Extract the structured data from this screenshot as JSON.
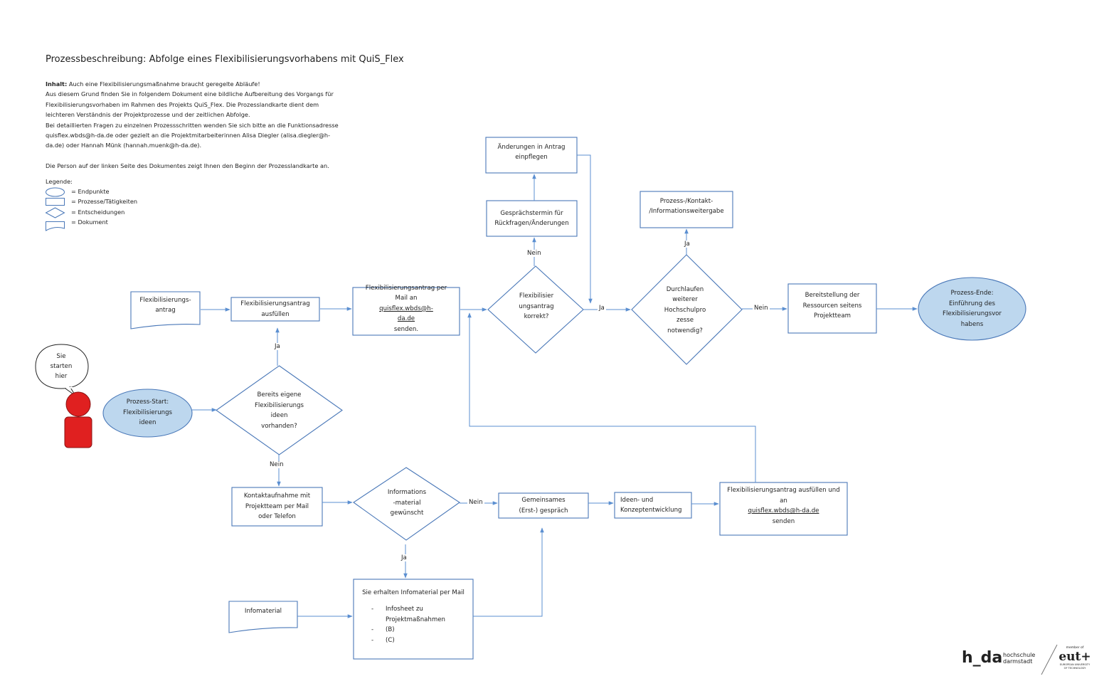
{
  "page": {
    "title": "Prozessbeschreibung: Abfolge eines Flexibilisierungsvorhabens mit QuiS_Flex",
    "intro_label": "Inhalt:",
    "intro_lines": [
      "Auch eine Flexibilisierungsmaßnahme braucht geregelte Abläufe!",
      "Aus diesem Grund finden Sie in folgendem Dokument eine bildliche Aufbereitung des Vorgangs für",
      "Flexibilisierungsvorhaben im Rahmen des Projekts QuiS_Flex. Die Prozesslandkarte dient dem",
      "leichteren Verständnis der Projektprozesse und der zeitlichen Abfolge.",
      "Bei detaillierten Fragen zu einzelnen Prozessschritten wenden Sie sich bitte an die Funktionsadresse",
      "quisflex.wbds@h-da.de oder gezielt an die Projektmitarbeiterinnen Alisa Diegler (alisa.diegler@h-",
      "da.de) oder Hannah Münk (hannah.muenk@h-da.de)."
    ],
    "intro_note": "Die Person auf der linken Seite des Dokumentes zeigt Ihnen den Beginn der Prozesslandkarte an."
  },
  "legend": {
    "title": "Legende:",
    "endpoints": "= Endpunkte",
    "processes": "= Prozesse/Tätigkeiten",
    "decisions": "= Entscheidungen",
    "document": "= Dokument"
  },
  "colors": {
    "line": "#5b8fd1",
    "ellipse_fill": "#bdd7ee",
    "person": "#e02020"
  },
  "person": {
    "bubble_lines": [
      "Sie",
      "starten",
      "hier"
    ]
  },
  "nodes": {
    "start": [
      "Prozess-Start:",
      "Flexibilisierungs",
      "ideen"
    ],
    "decision_ideas": [
      "Bereits eigene",
      "Flexibilisierungs",
      "ideen",
      "vorhanden?"
    ],
    "doc_antrag": [
      "Flexibilisierungs-",
      "antrag"
    ],
    "fill_antrag": [
      "Flexibilisierungsantrag",
      "ausfüllen"
    ],
    "send_antrag": {
      "line1": "Flexibilisierungsantrag per",
      "line2_prefix": "Mail an ",
      "link_a": "quisflex.wbds@h-",
      "link_b": "da.de",
      "line3_suffix": " senden."
    },
    "decision_correct": [
      "Flexibilisier",
      "ungsantrag",
      "korrekt?"
    ],
    "meeting_changes": [
      "Gesprächstermin für",
      "Rückfragen/Änderungen"
    ],
    "apply_changes": [
      "Änderungen in Antrag",
      "einpflegen"
    ],
    "decision_further": [
      "Durchlaufen",
      "weiterer",
      "Hochschulpro",
      "zesse",
      "notwendig?"
    ],
    "info_forward": [
      "Prozess-/Kontakt-",
      "/Informationsweitergabe"
    ],
    "resources": [
      "Bereitstellung der",
      "Ressourcen seitens",
      "Projektteam"
    ],
    "end": [
      "Prozess-Ende:",
      "Einführung des",
      "Flexibilisierungsvor",
      "habens"
    ],
    "contact": [
      "Kontaktaufnahme mit",
      "Projektteam per Mail",
      "oder Telefon"
    ],
    "decision_info": [
      "Informations",
      "-material",
      "gewünscht"
    ],
    "first_meeting": [
      "Gemeinsames",
      "(Erst-) gespräch"
    ],
    "concept": [
      "Ideen- und",
      "Konzeptentwicklung"
    ],
    "fill_send": {
      "line1": "Flexibilisierungsantrag ausfüllen und",
      "line2_prefix": "an ",
      "link": "quisflex.wbds@h-da.de",
      "line2_suffix": " senden"
    },
    "info_mail": {
      "heading": "Sie erhalten Infomaterial per Mail",
      "bullets": [
        "Infosheet zu",
        "(B)",
        "(C)"
      ],
      "bullet1_cont": "Projektmaßnahmen"
    },
    "doc_info": "Infomaterial"
  },
  "labels": {
    "ja_ideas": "Ja",
    "nein_ideas": "Nein",
    "nein_correct": "Nein",
    "ja_correct": "Ja",
    "ja_further": "Ja",
    "nein_further": "Nein",
    "nein_info": "Nein",
    "ja_info": "Ja"
  },
  "logo": {
    "hda_mark": "h_da",
    "hda_name_1": "hochschule",
    "hda_name_2": "darmstadt",
    "eut_member": "member of",
    "eut_mark": "eut+",
    "eut_sub_1": "EUROPEAN UNIVERSITY",
    "eut_sub_2": "OF TECHNOLOGY"
  }
}
